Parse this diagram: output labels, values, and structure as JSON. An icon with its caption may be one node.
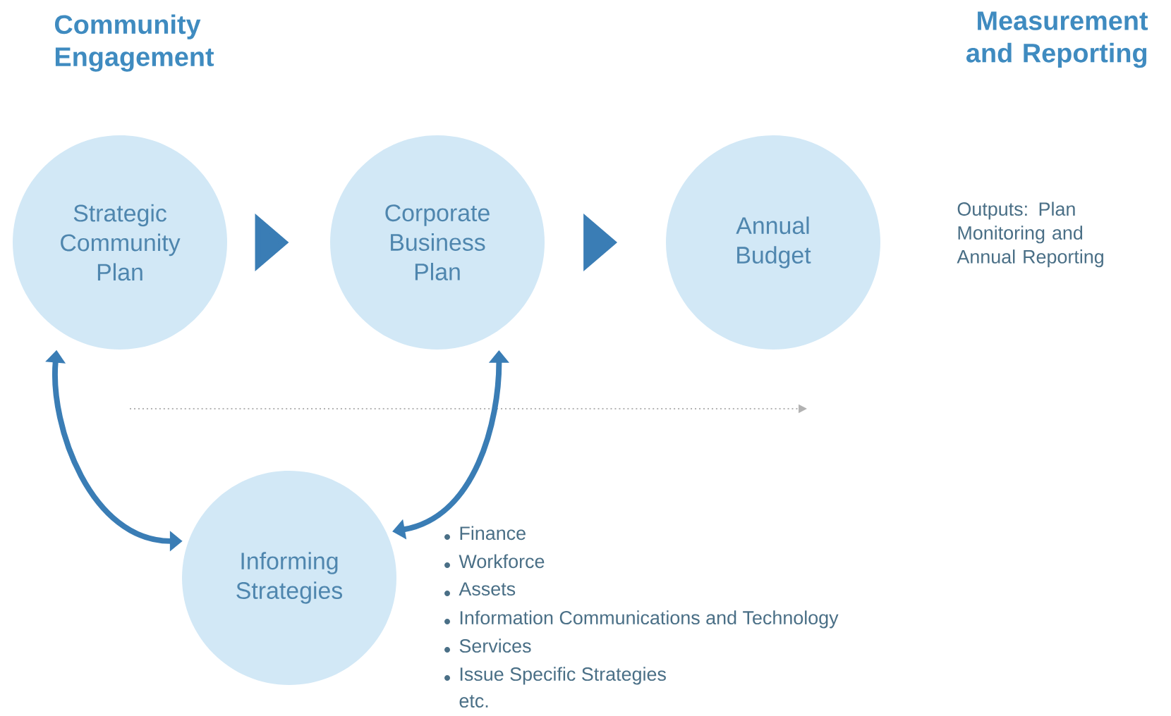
{
  "diagram": {
    "nodes": [
      {
        "text": [
          "Strategic Community Plan"
        ]
      },
      {
        "text": [
          "Corporate Business Plan"
        ]
      },
      {
        "text": [
          "Annual Budget"
        ]
      },
      {
        "text": [
          "Informing Strategies"
        ]
      }
    ],
    "edges": [
      {
        "from": 0,
        "to": 1,
        "arrow": "to"
      },
      {
        "from": 1,
        "to": 2,
        "arrow": "to"
      },
      {
        "from": 0,
        "to": 3,
        "arrow": "both"
      },
      {
        "from": 1,
        "to": 3,
        "arrow": "both"
      }
    ],
    "labels": [
      "Community Engagement",
      "Measurement and Reporting",
      "Outputs: Plan Monitoring and Annual Reporting",
      "Finance",
      "Workforce",
      "Assets",
      "Information Communications and Technology",
      "Services",
      "Issue Specific Strategies",
      "etc."
    ]
  }
}
